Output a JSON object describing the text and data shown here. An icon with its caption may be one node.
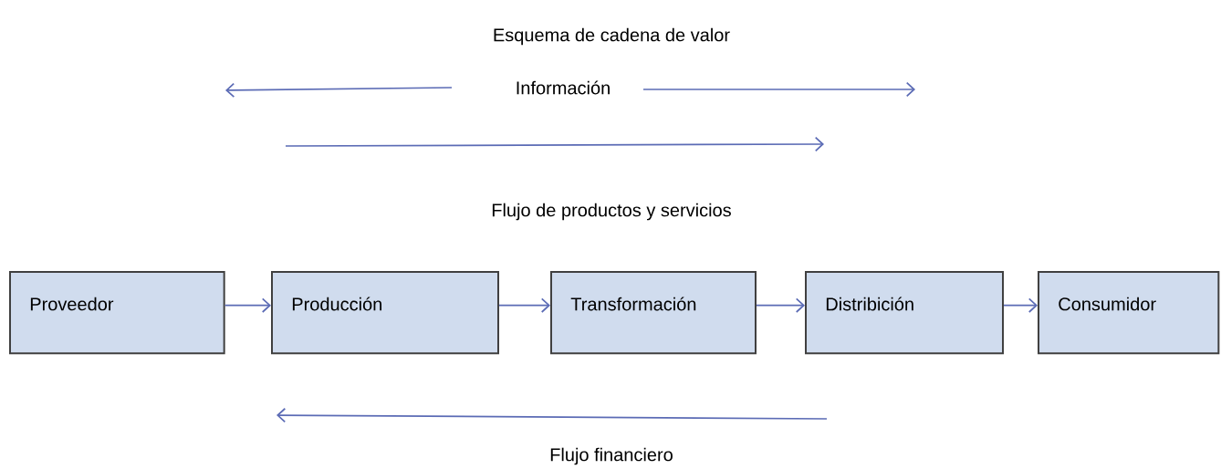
{
  "diagram": {
    "title": "Esquema de cadena de valor",
    "nodes": [
      {
        "text": [
          "Proveedor"
        ]
      },
      {
        "text": [
          "Producción"
        ]
      },
      {
        "text": [
          "Transformación"
        ]
      },
      {
        "text": [
          "Distribición"
        ]
      },
      {
        "text": [
          "Consumidor"
        ]
      }
    ],
    "edges": [
      {
        "from": 0,
        "to": 1,
        "arrow": "to"
      },
      {
        "from": 1,
        "to": 2,
        "arrow": "to"
      },
      {
        "from": 2,
        "to": 3,
        "arrow": "to"
      },
      {
        "from": 3,
        "to": 4,
        "arrow": "to"
      }
    ],
    "labels": [
      "Información",
      "Flujo de productos y servicios",
      "Flujo financiero"
    ]
  }
}
